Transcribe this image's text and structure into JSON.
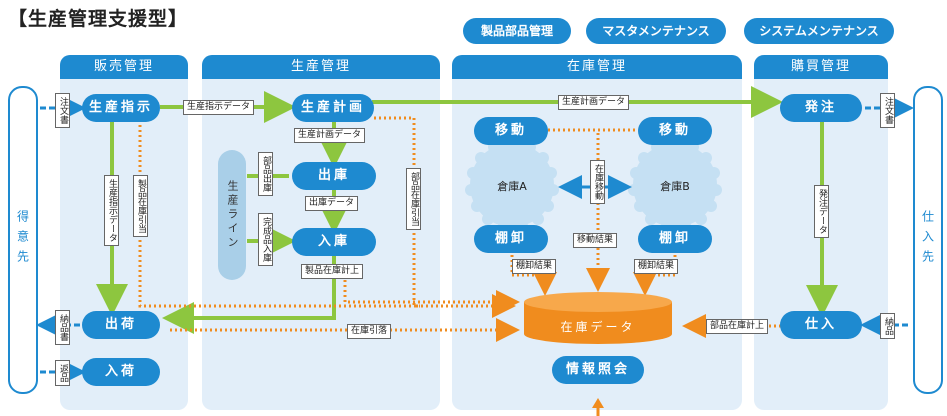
{
  "title": "【生産管理支援型】",
  "top_buttons": [
    "製品部品管理",
    "マスタメンテナンス",
    "システムメンテナンス"
  ],
  "panels": [
    "販売管理",
    "生産管理",
    "在庫管理",
    "購買管理"
  ],
  "left_side": "得意先",
  "right_side": "仕入先",
  "production_line": "生産ライン",
  "nodes": {
    "seisan_shiji": "生産指示",
    "shukka": "出荷",
    "nyuka": "入荷",
    "seisan_keikaku": "生産計画",
    "shuko": "出庫",
    "nyuko": "入庫",
    "ido1": "移動",
    "ido2": "移動",
    "soko_a": "倉庫A",
    "soko_b": "倉庫B",
    "tanaoroshi1": "棚卸",
    "tanaoroshi2": "棚卸",
    "zaiko_data": "在庫データ",
    "joho_shokai": "情報照会",
    "hatchu": "発注",
    "shiire": "仕入"
  },
  "labels": {
    "chumonsho_left": "注文書",
    "noshinsho_left": "納品書",
    "henpin": "返品",
    "chumonsho_right": "注文書",
    "nohin_right": "納品",
    "seisan_shiji_data": "生産指示データ",
    "seisan_keikaku_data": "生産計画データ",
    "seisan_keikaku_data_top": "生産計画データ",
    "seisan_shiji_data_v": "生産指示データ",
    "seihin_zaiko_hikiate": "製品在庫引当",
    "buhin_shukko": "部品出庫",
    "shukko_data": "出庫データ",
    "kanseihin_nyuko": "完成品入庫",
    "buhin_zaiko_hikiate": "部品在庫引当",
    "seihin_zaiko_keijo": "製品在庫計上",
    "zaiko_hikiotoshi": "在庫引落",
    "zaiko_ido": "在庫移動",
    "ido_kekka": "移動結果",
    "tanaoroshi_kekka1": "棚卸結果",
    "tanaoroshi_kekka2": "棚卸結果",
    "hatchu_data": "発注データ",
    "buhin_zaiko_keijo": "部品在庫計上"
  },
  "colors": {
    "blue": "#1e8ad0",
    "green": "#8dc63f",
    "orange": "#f08c1e",
    "panel": "#e2eef9",
    "cloud": "#c5e0f3"
  }
}
